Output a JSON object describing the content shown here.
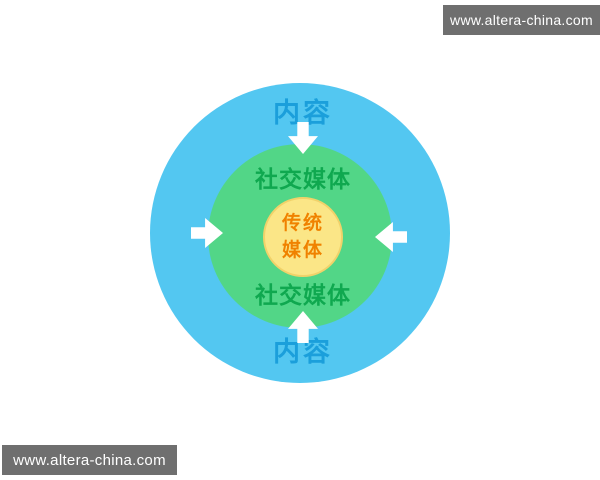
{
  "watermarks": {
    "top_right": "www.altera-china.com",
    "bottom_left": "www.altera-china.com"
  },
  "diagram": {
    "rings": [
      {
        "id": "outer",
        "name": "content",
        "label_top": "内容",
        "label_bottom": "内容"
      },
      {
        "id": "middle",
        "name": "social-media",
        "label_top": "社交媒体",
        "label_bottom": "社交媒体"
      },
      {
        "id": "center",
        "name": "traditional-media",
        "label": "传统媒体",
        "label_line1": "传统",
        "label_line2": "媒体"
      }
    ],
    "icons": {
      "top": "arrow-down-icon",
      "bottom": "arrow-up-icon",
      "left": "arrow-right-icon",
      "right": "arrow-left-icon",
      "meaning": "content flows inward through social media to traditional media"
    },
    "colors": {
      "outer_circle": "#53c7f1",
      "middle_circle": "#52d687",
      "inner_circle": "#fbe687",
      "inner_circle_border": "#f1d26a",
      "outer_text": "#1b9fdb",
      "middle_text": "#0fa84f",
      "center_text": "#f08200",
      "arrow": "#ffffff",
      "watermark_bg": "#6f6f6f",
      "watermark_text": "#ffffff"
    }
  }
}
